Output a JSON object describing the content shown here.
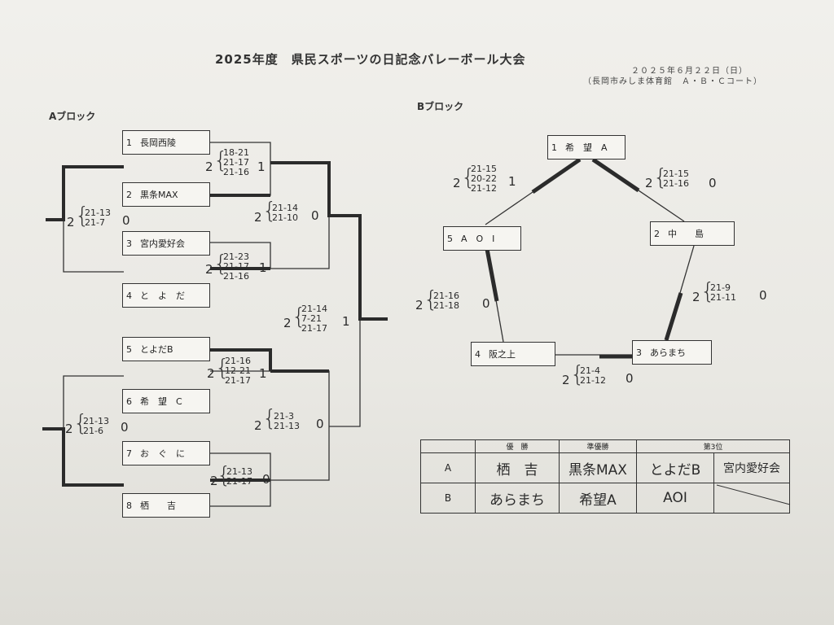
{
  "header": {
    "title": "2025年度　県民スポーツの日記念バレーボール大会",
    "date": "２０２５年６月２２日（日）",
    "venue": "（長岡市みしま体育館　Ａ・Ｂ・Ｃコート）"
  },
  "block_a": {
    "label": "Aブロック",
    "teams": [
      {
        "num": "1",
        "name": "長岡西陵"
      },
      {
        "num": "2",
        "name": "黒条MAX"
      },
      {
        "num": "3",
        "name": "宮内愛好会"
      },
      {
        "num": "4",
        "name": "と　よ　だ"
      },
      {
        "num": "5",
        "name": "とよだB"
      },
      {
        "num": "6",
        "name": "希　望　C"
      },
      {
        "num": "7",
        "name": "お　ぐ　に"
      },
      {
        "num": "8",
        "name": "栖　　吉"
      }
    ],
    "matches": [
      {
        "left": "2",
        "sets": [
          "18-21",
          "21-17",
          "21-16"
        ],
        "right": "1"
      },
      {
        "left": "2",
        "sets": [
          "21-23",
          "21-17",
          "21-16"
        ],
        "right": "1"
      },
      {
        "left": "2",
        "sets": [
          "21-16",
          "12-21",
          "21-17"
        ],
        "right": "1"
      },
      {
        "left": "2",
        "sets": [
          "21-13",
          "21-17"
        ],
        "right": "0"
      },
      {
        "left": "2",
        "sets": [
          "21-14",
          "21-10"
        ],
        "right": "0"
      },
      {
        "left": "2",
        "sets": [
          "21-3",
          "21-13"
        ],
        "right": "0"
      },
      {
        "left": "2",
        "sets": [
          "21-13",
          "21-7"
        ],
        "right": "0"
      },
      {
        "left": "2",
        "sets": [
          "21-13",
          "21-6"
        ],
        "right": "0"
      },
      {
        "left": "2",
        "sets": [
          "21-14",
          "7-21",
          "21-17"
        ],
        "right": "1"
      }
    ]
  },
  "block_b": {
    "label": "Bブロック",
    "teams": [
      {
        "num": "1",
        "name": "希　望　A"
      },
      {
        "num": "2",
        "name": "中　　島"
      },
      {
        "num": "3",
        "name": "あらまち"
      },
      {
        "num": "4",
        "name": "阪之上"
      },
      {
        "num": "5",
        "name": "A　O　I"
      }
    ],
    "matches": [
      {
        "left": "2",
        "sets": [
          "21-15",
          "20-22",
          "21-12"
        ],
        "right": "1"
      },
      {
        "left": "2",
        "sets": [
          "21-15",
          "21-16"
        ],
        "right": "0"
      },
      {
        "left": "2",
        "sets": [
          "21-16",
          "21-18"
        ],
        "right": "0"
      },
      {
        "left": "2",
        "sets": [
          "21-9",
          "21-11"
        ],
        "right": "0"
      },
      {
        "left": "2",
        "sets": [
          "21-4",
          "21-12"
        ],
        "right": "0"
      }
    ]
  },
  "results": {
    "headers": [
      "",
      "優　勝",
      "準優勝",
      "第3位",
      ""
    ],
    "rows": [
      {
        "label": "A",
        "first": "栖　吉",
        "second": "黒条MAX",
        "third1": "とよだB",
        "third2": "宮内愛好会"
      },
      {
        "label": "B",
        "first": "あらまち",
        "second": "希望A",
        "third1": "AOI",
        "third2": ""
      }
    ]
  },
  "colors": {
    "paper": "#eeede9",
    "ink": "#222222",
    "winner_line": "#2b2b2b"
  }
}
